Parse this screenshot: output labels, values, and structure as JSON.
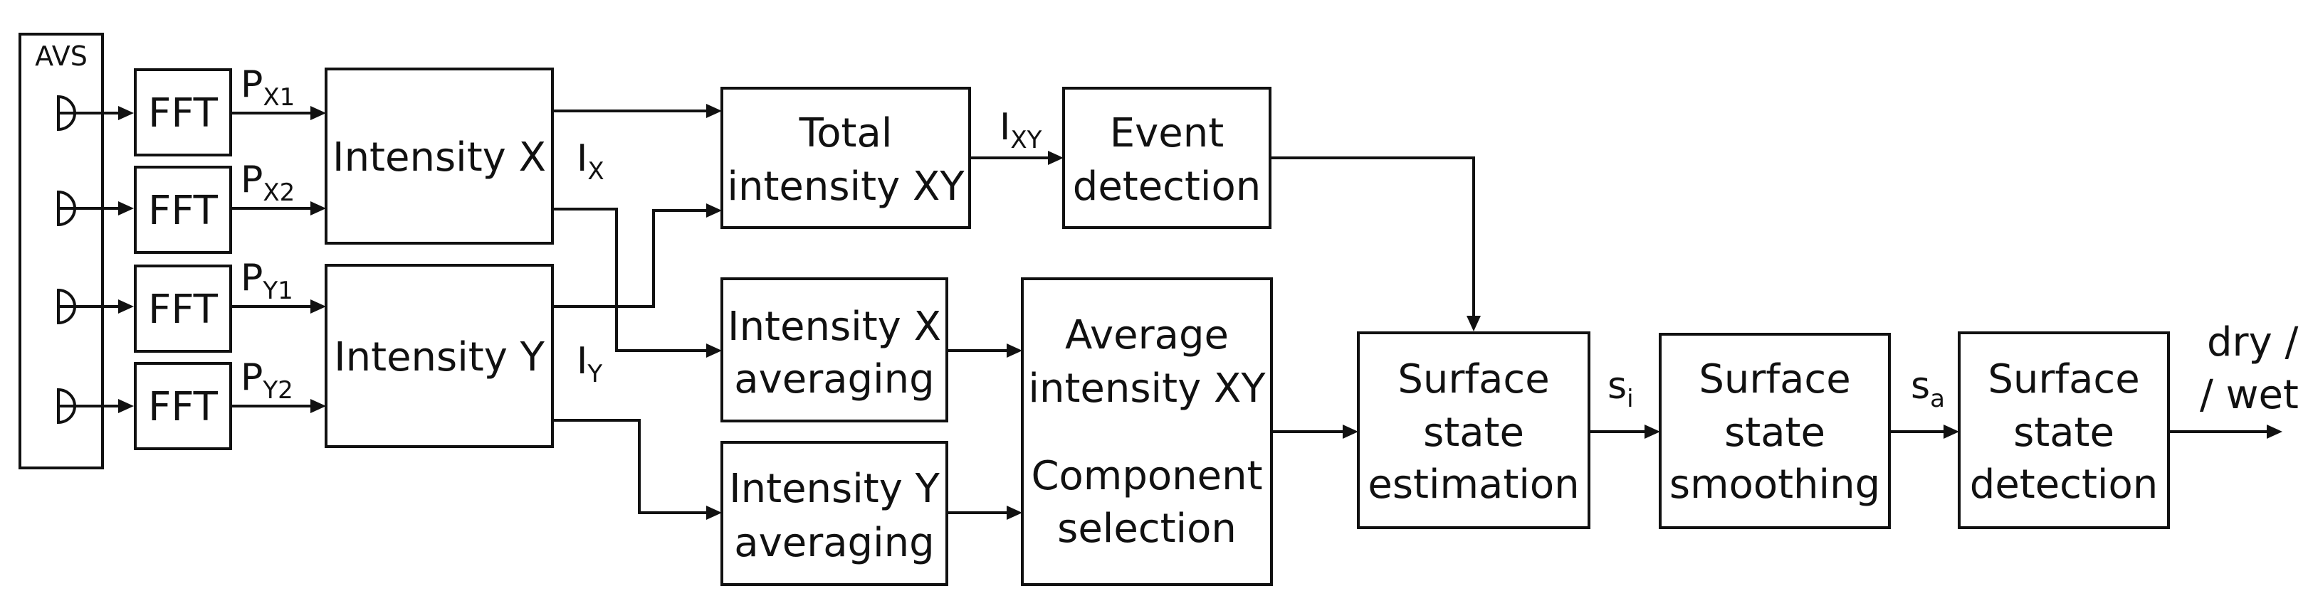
{
  "avs": {
    "label": "AVS"
  },
  "fft": {
    "label": "FFT"
  },
  "signals": {
    "px1": {
      "main": "P",
      "sub": "X1"
    },
    "px2": {
      "main": "P",
      "sub": "X2"
    },
    "py1": {
      "main": "P",
      "sub": "Y1"
    },
    "py2": {
      "main": "P",
      "sub": "Y2"
    },
    "ix": {
      "main": "I",
      "sub": "X"
    },
    "iy": {
      "main": "I",
      "sub": "Y"
    },
    "ixy": {
      "main": "I",
      "sub": "XY"
    },
    "si": {
      "main": "s",
      "sub": "i"
    },
    "sa": {
      "main": "s",
      "sub": "a"
    }
  },
  "blocks": {
    "intensity_x": {
      "line1": "Intensity X"
    },
    "intensity_y": {
      "line1": "Intensity Y"
    },
    "total_intensity": {
      "line1": "Total",
      "line2": "intensity XY"
    },
    "event_detection": {
      "line1": "Event",
      "line2": "detection"
    },
    "intensity_x_avg": {
      "line1": "Intensity X",
      "line2": "averaging"
    },
    "intensity_y_avg": {
      "line1": "Intensity Y",
      "line2": "averaging"
    },
    "average_component": {
      "line1": "Average",
      "line2": "intensity XY",
      "line3": "Component",
      "line4": "selection"
    },
    "surface_estimation": {
      "line1": "Surface",
      "line2": "state",
      "line3": "estimation"
    },
    "surface_smoothing": {
      "line1": "Surface",
      "line2": "state",
      "line3": "smoothing"
    },
    "surface_detection": {
      "line1": "Surface",
      "line2": "state",
      "line3": "detection"
    }
  },
  "output": {
    "line1": "dry /",
    "line2": "/ wet"
  }
}
